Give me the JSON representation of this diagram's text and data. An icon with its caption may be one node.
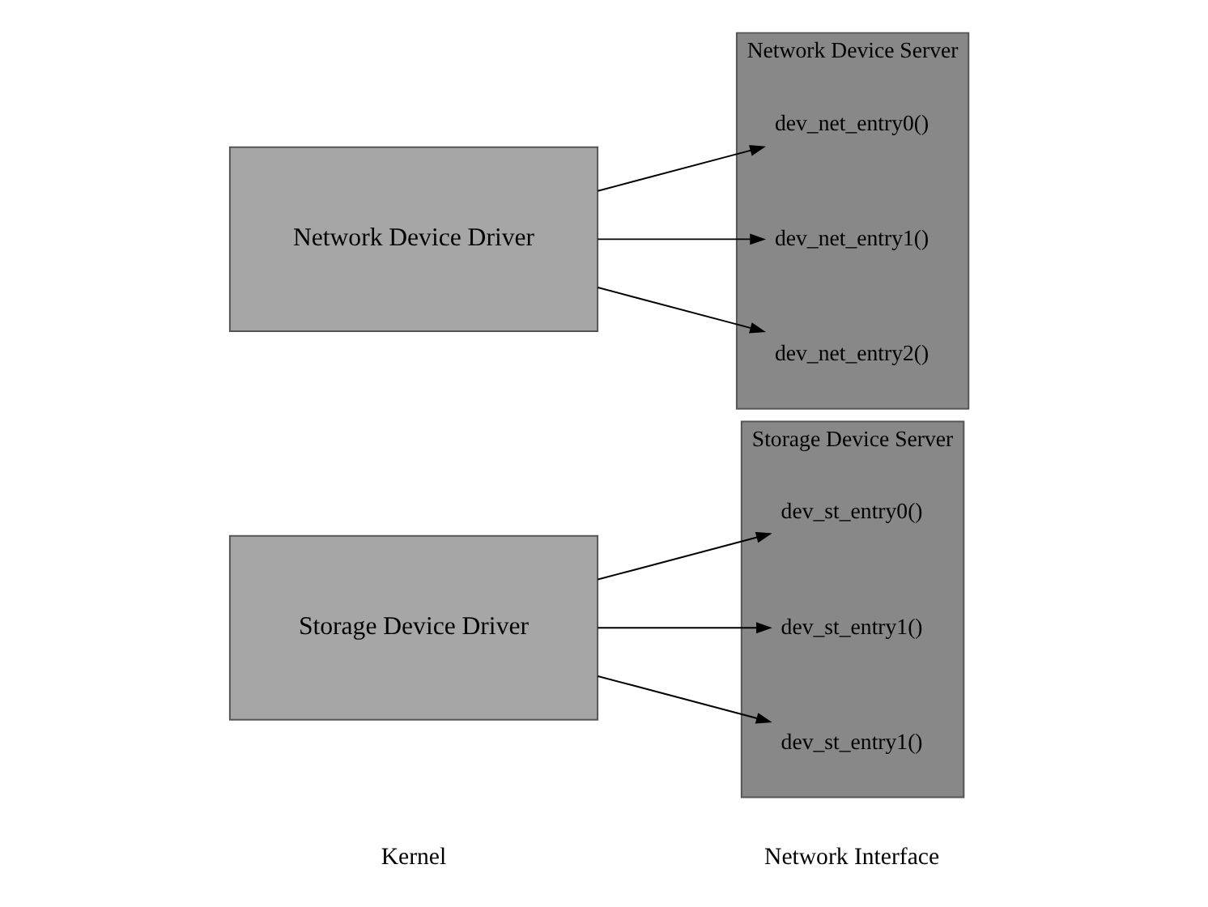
{
  "diagram": {
    "nodes": [
      {
        "text": [
          "Storage Device Driver"
        ]
      },
      {
        "text": [
          "Storage Device Server"
        ]
      },
      {
        "text": [
          "dev_st_entry0()"
        ],
        "in": 1
      },
      {
        "text": [
          "dev_st_entry1()"
        ],
        "in": 1
      },
      {
        "text": [
          "dev_st_entry1()"
        ],
        "in": 1
      },
      {
        "text": [
          "Network Device Driver"
        ]
      },
      {
        "text": [
          "Network Device Server"
        ]
      },
      {
        "text": [
          "dev_net_entry0()"
        ],
        "in": 6
      },
      {
        "text": [
          "dev_net_entry1()"
        ],
        "in": 6
      },
      {
        "text": [
          "dev_net_entry2()"
        ],
        "in": 6
      }
    ],
    "edges": [
      {
        "from": 0,
        "to": 2,
        "arrow": "to"
      },
      {
        "from": 0,
        "to": 3,
        "arrow": "to"
      },
      {
        "from": 0,
        "to": 4,
        "arrow": "to"
      },
      {
        "from": 5,
        "to": 7,
        "arrow": "to"
      },
      {
        "from": 5,
        "to": 8,
        "arrow": "to"
      },
      {
        "from": 5,
        "to": 9,
        "arrow": "to"
      }
    ],
    "labels": [
      "Kernel",
      "Network Interface"
    ]
  }
}
